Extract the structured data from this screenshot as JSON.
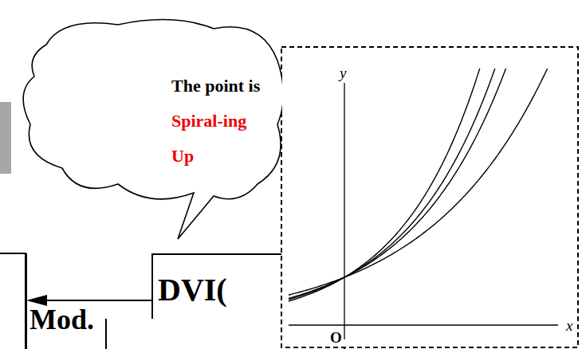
{
  "diagram": {
    "nodes": [
      {
        "text": [
          "The point is",
          "Spiral-ing Up"
        ]
      },
      {
        "text": [
          "Mod."
        ]
      },
      {
        "text": [
          "DVI("
        ]
      }
    ],
    "edges": [
      {
        "from": 2,
        "to": 1,
        "arrow": "to"
      }
    ],
    "labels": [
      "y",
      "x",
      "O"
    ]
  }
}
